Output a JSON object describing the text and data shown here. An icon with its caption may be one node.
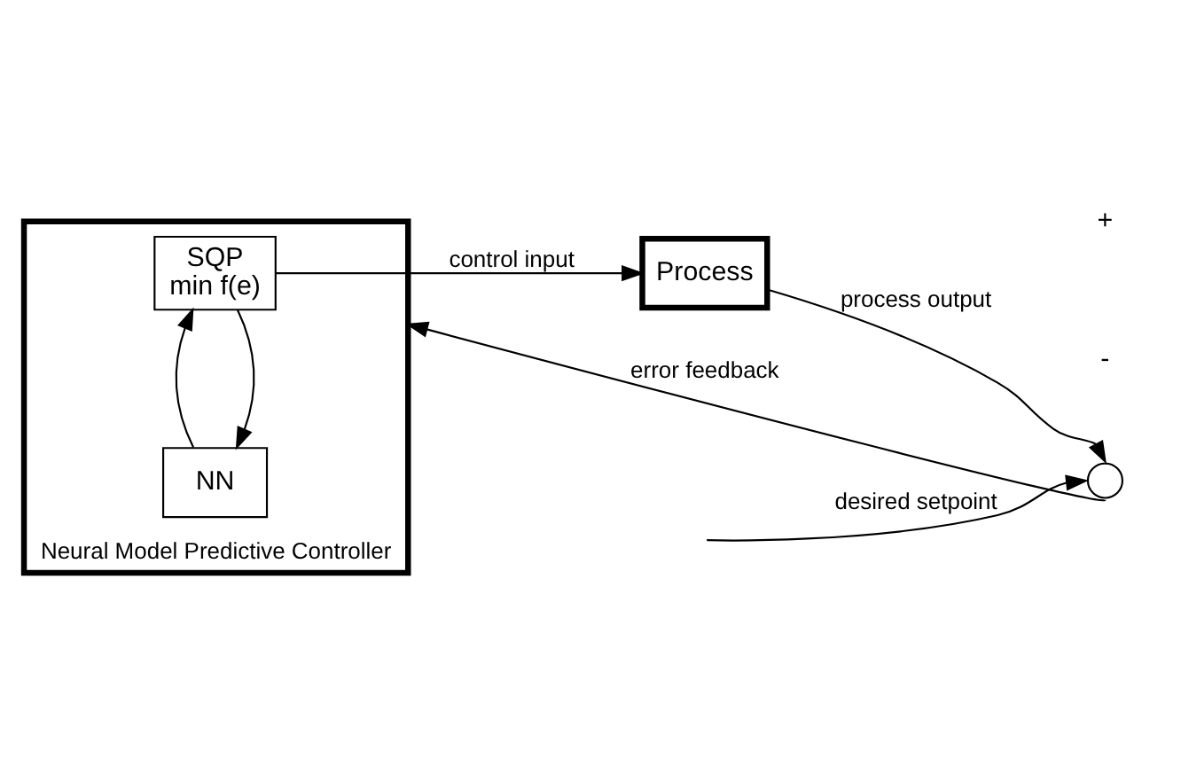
{
  "diagram": {
    "nodes": [
      {
        "text": [
          "Neural Model Predictive Controller"
        ]
      },
      {
        "text": [
          "SQP",
          "min f(e)"
        ],
        "in": 0
      },
      {
        "text": [
          "NN"
        ],
        "in": 0
      },
      {
        "text": [
          "Process"
        ]
      },
      {
        "text": [],
        "shape": "circle"
      }
    ],
    "edges": [
      {
        "from": 1,
        "to": 2,
        "arrow": "to"
      },
      {
        "from": 2,
        "to": 1,
        "arrow": "to"
      },
      {
        "from": 1,
        "to": 3,
        "arrow": "to",
        "label": "control input"
      },
      {
        "from": 3,
        "to": 4,
        "arrow": "to",
        "label": "process output"
      },
      {
        "from": null,
        "to": 4,
        "arrow": "to",
        "label": "desired setpoint"
      },
      {
        "from": 4,
        "to": 0,
        "arrow": "to",
        "label": "error feedback"
      }
    ],
    "labels": [
      "-",
      "+"
    ]
  }
}
